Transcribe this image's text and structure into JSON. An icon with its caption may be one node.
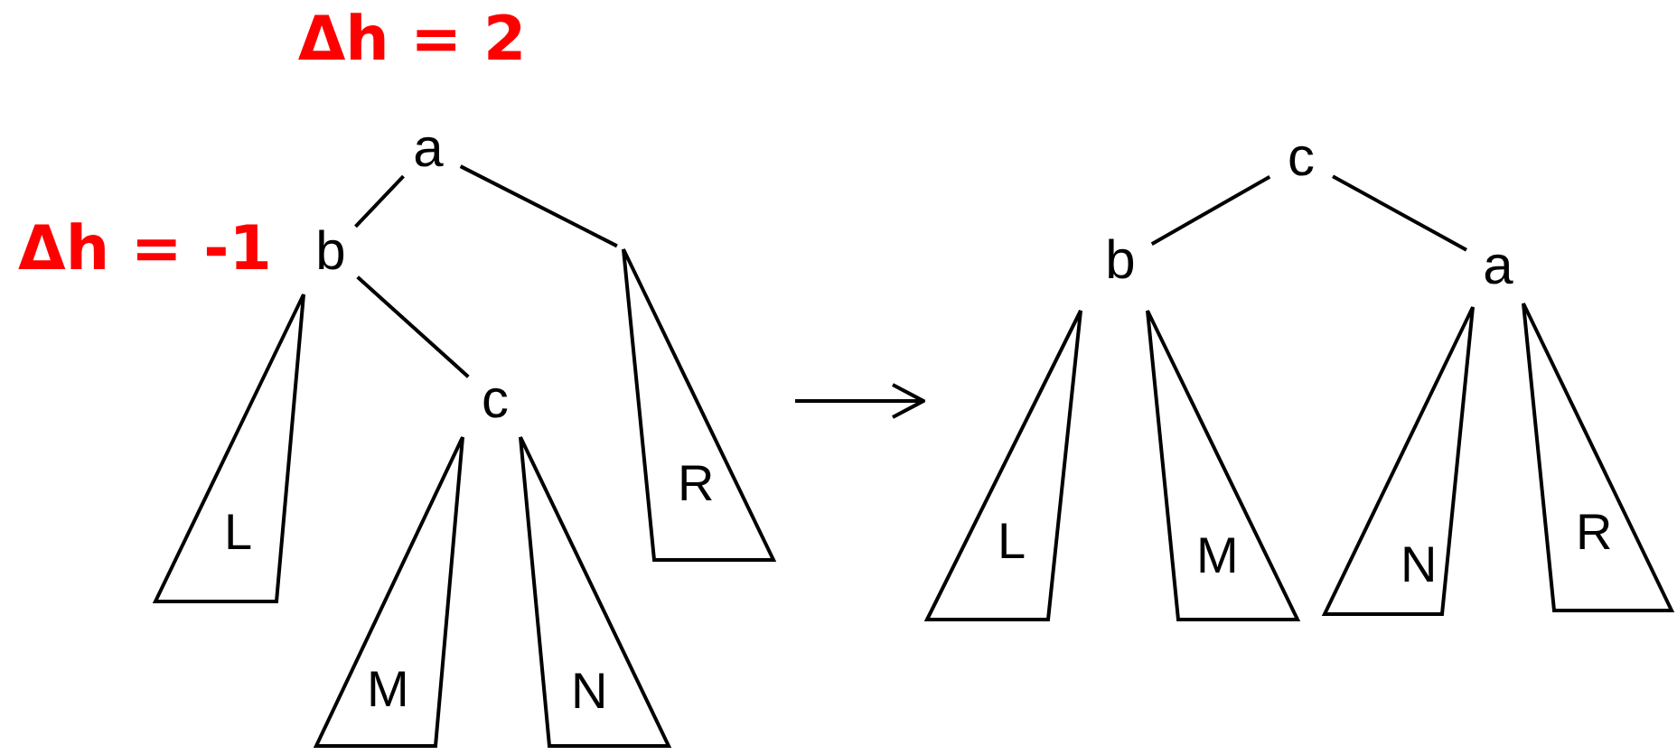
{
  "diagram": {
    "nodes": [
      {
        "text": [
          "a"
        ],
        "beside": [
          "Δh = 2"
        ]
      },
      {
        "text": [
          "b"
        ],
        "beside": [
          "Δh = -1"
        ]
      },
      {
        "text": [
          "R"
        ]
      },
      {
        "text": [
          "L"
        ]
      },
      {
        "text": [
          "c"
        ]
      },
      {
        "text": [
          "M"
        ]
      },
      {
        "text": [
          "N"
        ]
      },
      {
        "text": [
          "c"
        ]
      },
      {
        "text": [
          "b"
        ]
      },
      {
        "text": [
          "a"
        ]
      },
      {
        "text": [
          "L"
        ]
      },
      {
        "text": [
          "M"
        ]
      },
      {
        "text": [
          "N"
        ]
      },
      {
        "text": [
          "R"
        ]
      }
    ],
    "edges": [
      {
        "from": 0,
        "to": 1,
        "arrow": "none"
      },
      {
        "from": 0,
        "to": 2,
        "arrow": "none"
      },
      {
        "from": 1,
        "to": 4,
        "arrow": "none"
      },
      {
        "from": 7,
        "to": 8,
        "arrow": "none"
      },
      {
        "from": 7,
        "to": 9,
        "arrow": "none"
      },
      {
        "from": 2,
        "to": 10,
        "arrow": "to"
      }
    ]
  }
}
